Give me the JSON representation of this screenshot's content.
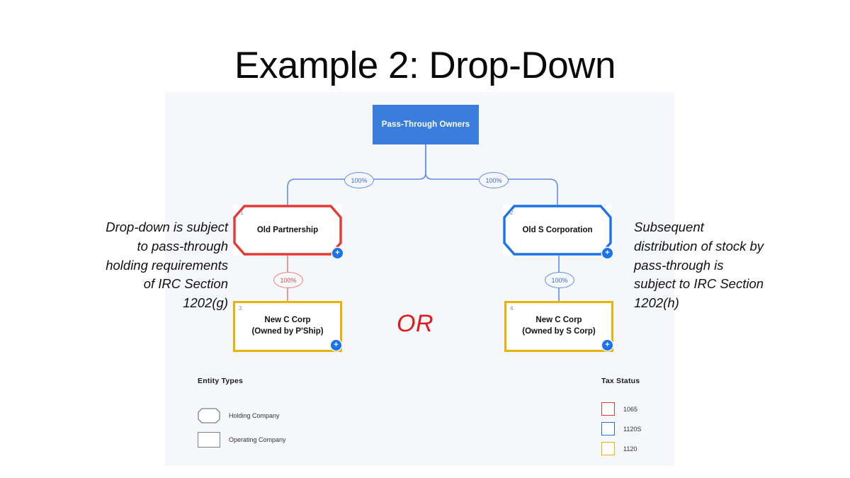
{
  "slide": {
    "title": "Example 2: Drop-Down",
    "background": "#ffffff",
    "panel_background": "#f6f7fa"
  },
  "colors": {
    "blue_fill": "#3b7ddd",
    "blue_stroke": "#1a73e8",
    "red_stroke": "#e53935",
    "gold_stroke": "#e8b305",
    "connector_blue": "#5b8fe8",
    "or_red": "#e01b1b",
    "badge_blue": "#1a73e8"
  },
  "diagram": {
    "nodes": [
      {
        "id": "pass-through-owners",
        "label": "Pass-Through Owners",
        "shape": "rectangle-filled",
        "fill": "#3b7ddd",
        "text_color": "#ffffff",
        "ordinal": "",
        "badge": ""
      },
      {
        "id": "old-partnership",
        "label": "Old Partnership",
        "shape": "octagon",
        "stroke": "#e53935",
        "ordinal": "1",
        "badge": "+"
      },
      {
        "id": "old-s-corporation",
        "label": "Old S Corporation",
        "shape": "octagon",
        "stroke": "#1a73e8",
        "ordinal": "2",
        "badge": "+"
      },
      {
        "id": "new-c-corp-pship",
        "label_line1": "New C Corp",
        "label_line2": "(Owned by P'Ship)",
        "shape": "rectangle",
        "stroke": "#e8b305",
        "ordinal": "3",
        "badge": "+"
      },
      {
        "id": "new-c-corp-scorp",
        "label_line1": "New C Corp",
        "label_line2": "(Owned by S Corp)",
        "shape": "rectangle",
        "stroke": "#e8b305",
        "ordinal": "4",
        "badge": "+"
      }
    ],
    "edge_labels": {
      "owners_to_partnership": "100%",
      "owners_to_scorp": "100%",
      "partnership_to_newc": "100%",
      "scorp_to_newc": "100%"
    },
    "or_label": "OR"
  },
  "annotations": {
    "left": "Drop-down is subject to pass-through holding requirements of IRC Section 1202(g)",
    "right": "Subsequent distribution of stock by pass-through is subject to IRC Section 1202(h)"
  },
  "legends": {
    "entity_types": {
      "title": "Entity Types",
      "items": [
        {
          "shape": "octagon",
          "label": "Holding Company"
        },
        {
          "shape": "rectangle",
          "label": "Operating Company"
        }
      ]
    },
    "tax_status": {
      "title": "Tax Status",
      "items": [
        {
          "color": "#e53935",
          "label": "1065"
        },
        {
          "color": "#1a73e8",
          "label": "1120S"
        },
        {
          "color": "#e8b305",
          "label": "1120"
        }
      ]
    }
  }
}
